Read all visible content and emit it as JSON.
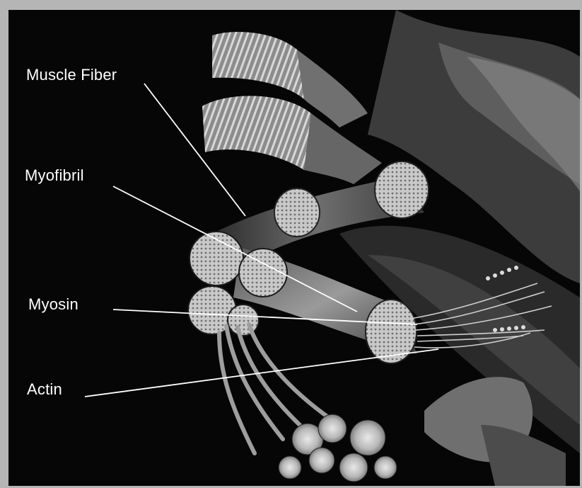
{
  "labels": {
    "muscle_fiber": "Muscle Fiber",
    "myofibril": "Myofibril",
    "myosin": "Myosin",
    "actin": "Actin"
  },
  "colors": {
    "background": "#060606",
    "label_text": "#ffffff",
    "leader_line": "#ffffff"
  }
}
